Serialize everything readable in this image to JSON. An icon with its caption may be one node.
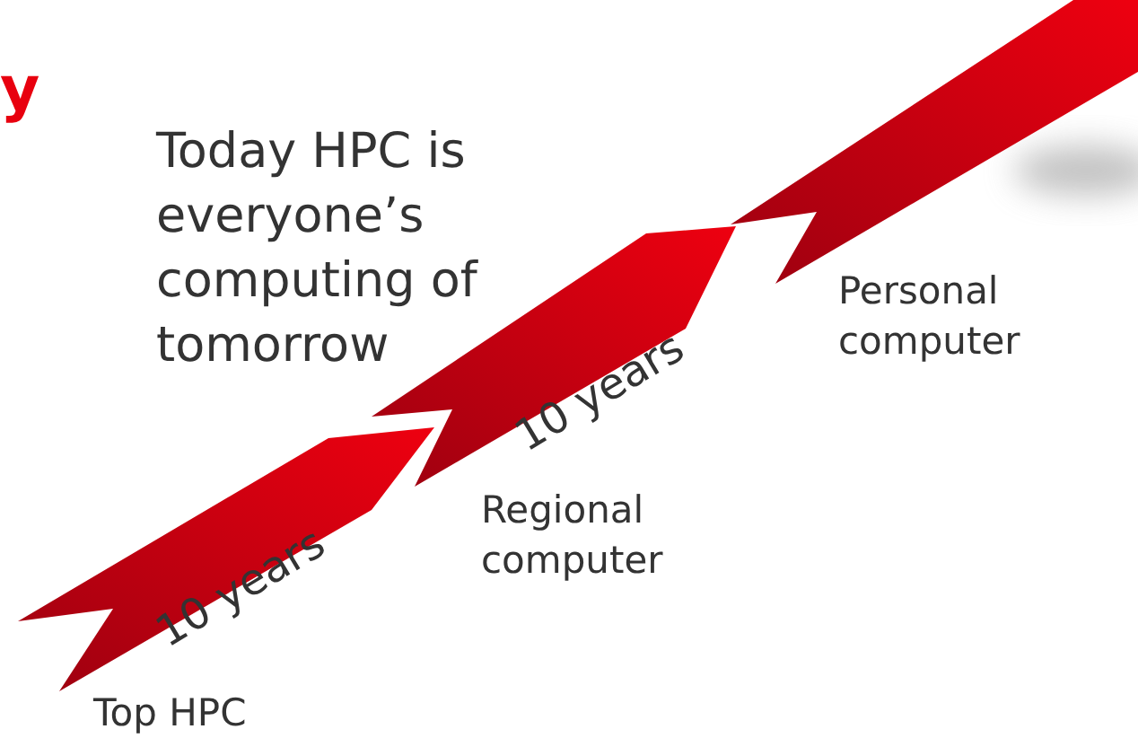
{
  "diagram": {
    "nodes": [
      {
        "text": [
          "Top HPC"
        ]
      },
      {
        "text": [
          "Regional computer"
        ]
      },
      {
        "text": [
          "Personal computer"
        ]
      }
    ],
    "labels": [
      "y",
      "Today HPC is everyone’s computing of tomorrow",
      "10 years",
      "10 years"
    ]
  }
}
